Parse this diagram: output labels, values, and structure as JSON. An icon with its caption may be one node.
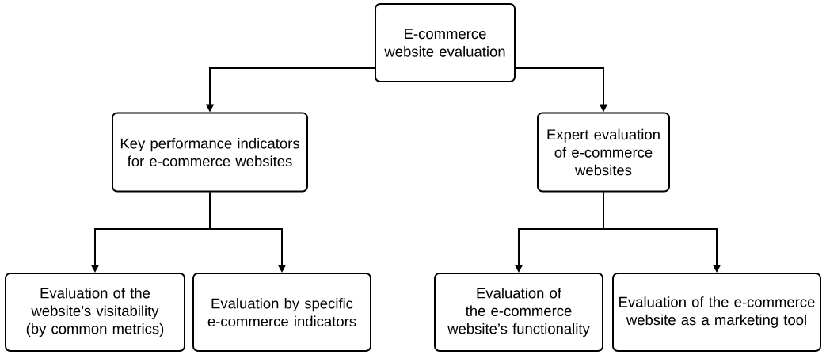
{
  "diagram": {
    "nodes": [
      {
        "text": [
          "E-commerce website evaluation"
        ]
      },
      {
        "text": [
          "Key performance indicators for e-commerce websites"
        ]
      },
      {
        "text": [
          "Expert evaluation of e-commerce websites"
        ]
      },
      {
        "text": [
          "Evaluation of the website’s visitability (by common metrics)"
        ]
      },
      {
        "text": [
          "Evaluation by specific e-commerce indicators"
        ]
      },
      {
        "text": [
          "Evaluation of the e-commerce website’s functionality"
        ]
      },
      {
        "text": [
          "Evaluation of the e-commerce website as a marketing tool"
        ]
      }
    ],
    "edges": [
      {
        "from": 0,
        "to": 1,
        "arrow": "to"
      },
      {
        "from": 0,
        "to": 2,
        "arrow": "to"
      },
      {
        "from": 1,
        "to": 3,
        "arrow": "to"
      },
      {
        "from": 1,
        "to": 4,
        "arrow": "to"
      },
      {
        "from": 2,
        "to": 5,
        "arrow": "to"
      },
      {
        "from": 2,
        "to": 6,
        "arrow": "to"
      }
    ]
  }
}
